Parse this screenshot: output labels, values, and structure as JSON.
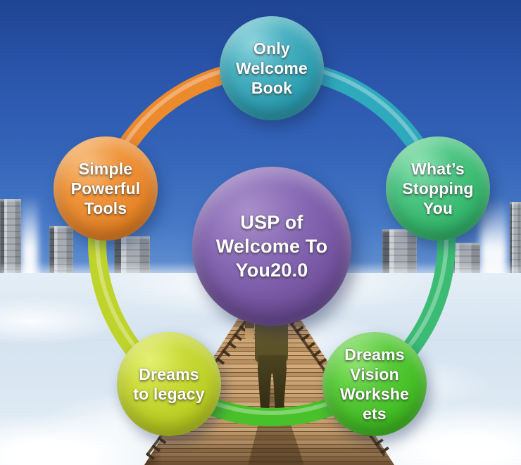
{
  "diagram": {
    "center": {
      "label": "USP of Welcome To You20.0",
      "lines": [
        "USP of",
        "Welcome To",
        "You20.0"
      ],
      "color": "#7A5BA8"
    },
    "nodes": [
      {
        "id": "only-welcome-book",
        "label": "Only Welcome Book",
        "lines": [
          "Only",
          "Welcome",
          "Book"
        ],
        "color": "#2F9FB2"
      },
      {
        "id": "whats-stopping-you",
        "label": "What’s Stopping You",
        "lines": [
          "What’s",
          "Stopping",
          "You"
        ],
        "color": "#37B96E"
      },
      {
        "id": "dreams-vision-worksheets",
        "label": "Dreams Vision Worksheets",
        "lines": [
          "Dreams",
          "Vision",
          "Workshe",
          "ets"
        ],
        "color": "#45BF26"
      },
      {
        "id": "dreams-to-legacy",
        "label": "Dreams to legacy",
        "lines": [
          "Dreams",
          "to legacy"
        ],
        "color": "#BCCF25"
      },
      {
        "id": "simple-powerful-tools",
        "label": "Simple Powerful Tools",
        "lines": [
          "Simple",
          "Powerful",
          "Tools"
        ],
        "color": "#E8862B"
      }
    ],
    "ring_segments": [
      {
        "from": "only-welcome-book",
        "to": "whats-stopping-you",
        "color": "#2FAABC"
      },
      {
        "from": "whats-stopping-you",
        "to": "dreams-vision-worksheets",
        "color": "#3CBB74"
      },
      {
        "from": "dreams-vision-worksheets",
        "to": "dreams-to-legacy",
        "color": "#49C12B"
      },
      {
        "from": "dreams-to-legacy",
        "to": "simple-powerful-tools",
        "color": "#BED32B"
      },
      {
        "from": "simple-powerful-tools",
        "to": "only-welcome-book",
        "color": "#EC8A2E"
      }
    ],
    "highlight_color": "rgba(255,255,255,0.32)"
  },
  "scene": {
    "sky_top_color": "#1F4493",
    "horizon_color": "#EEF5FA",
    "boardwalk_color": "#B8905F"
  }
}
